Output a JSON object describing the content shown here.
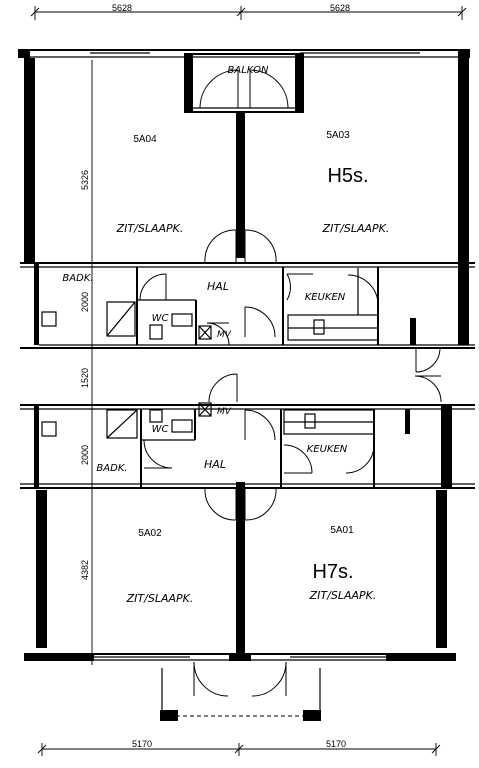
{
  "dimensions": {
    "top_left": "5628",
    "top_right": "5628",
    "bottom_left": "5170",
    "bottom_right": "5170",
    "side_upper_room": "5326",
    "side_upper_bath": "2000",
    "side_gap": "1520",
    "side_lower_bath": "2000",
    "side_lower_room": "4382"
  },
  "units": {
    "upper_left": {
      "code": "5A04",
      "room": "ZIT/SLAAPK."
    },
    "upper_right": {
      "code": "5A03",
      "type": "H5s.",
      "room": "ZIT/SLAAPK."
    },
    "lower_left": {
      "code": "5A02",
      "room": "ZIT/SLAAPK."
    },
    "lower_right": {
      "code": "5A01",
      "type": "H7s.",
      "room": "ZIT/SLAAPK."
    }
  },
  "labels": {
    "balcony": "BALKON",
    "upper_bath": "BADK.",
    "upper_hall": "HAL",
    "upper_kitchen": "KEUKEN",
    "upper_wc": "WC",
    "upper_mv": "MV",
    "lower_bath": "BADK.",
    "lower_hall": "HAL",
    "lower_kitchen": "KEUKEN",
    "lower_wc": "WC",
    "lower_mv": "MV"
  }
}
